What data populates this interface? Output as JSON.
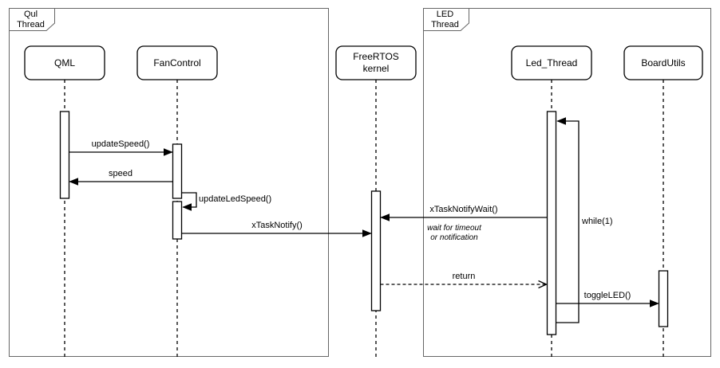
{
  "diagram": {
    "frames": {
      "qul": {
        "label_line1": "Qul",
        "label_line2": "Thread"
      },
      "led": {
        "label_line1": "LED",
        "label_line2": "Thread"
      }
    },
    "lifelines": {
      "qml": {
        "label": "QML"
      },
      "fancontrol": {
        "label": "FanControl"
      },
      "kernel": {
        "label_line1": "FreeRTOS",
        "label_line2": "kernel"
      },
      "led_thread": {
        "label": "Led_Thread"
      },
      "boardutils": {
        "label": "BoardUtils"
      }
    },
    "messages": {
      "update_speed": {
        "label": "updateSpeed()"
      },
      "speed": {
        "label": "speed"
      },
      "update_led_speed": {
        "label": "updateLedSpeed()"
      },
      "x_task_notify": {
        "label": "xTaskNotify()"
      },
      "x_task_notify_wait": {
        "label": "xTaskNotifyWait()",
        "note_line1": "wait for timeout",
        "note_line2": "or notification"
      },
      "return": {
        "label": "return"
      },
      "while_loop": {
        "label": "while(1)"
      },
      "toggle_led": {
        "label": "toggleLED()"
      }
    },
    "colors": {
      "frame_border": "#666666",
      "shape_border": "#000000",
      "shape_fill": "#ffffff",
      "text": "#000000"
    }
  }
}
